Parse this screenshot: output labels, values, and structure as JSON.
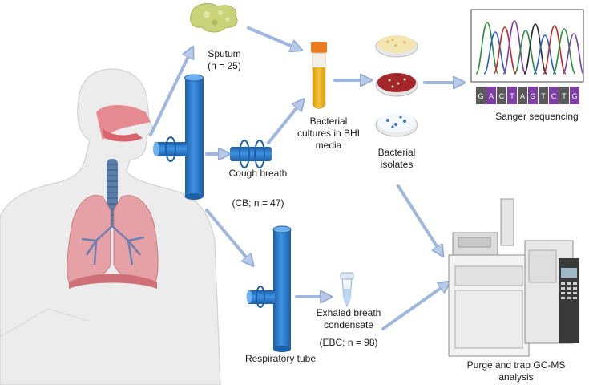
{
  "labels": {
    "sputum": "Sputum",
    "sputum_n": "(n = 25)",
    "cough_breath": "Cough breath",
    "cough_breath_n": "(CB; n = 47)",
    "cultures_line1": "Bacterial",
    "cultures_line2": "cultures in BHI",
    "cultures_line3": "media",
    "isolates_line1": "Bacterial",
    "isolates_line2": "isolates",
    "sanger": "Sanger sequencing",
    "ebc_line1": "Exhaled breath",
    "ebc_line2": "condensate",
    "ebc_line3": "(EBC; n = 98)",
    "respiratory_tube": "Respiratory tube",
    "gcms_line1": "Purge and trap GC-MS",
    "gcms_line2": "analysis"
  },
  "sequence_bases": [
    "G",
    "A",
    "C",
    "T",
    "A",
    "G",
    "T",
    "C",
    "T",
    "G"
  ],
  "colors": {
    "tube_blue": "#2f7fd0",
    "arrow_blue": "#b7cbe8",
    "arrow_outline": "#8fa9d4",
    "skin": "#e9e9e9",
    "lung": "#e39aa0",
    "trachea": "#5b7ea8",
    "culture_yellow": "#e7b21c",
    "cap_orange": "#ec7a1f",
    "agar_red": "#a5262a",
    "trace_colors": [
      "#2a8f3c",
      "#2f5fc8",
      "#c52a2a",
      "#7d3fa6",
      "#2a2a2a"
    ]
  }
}
